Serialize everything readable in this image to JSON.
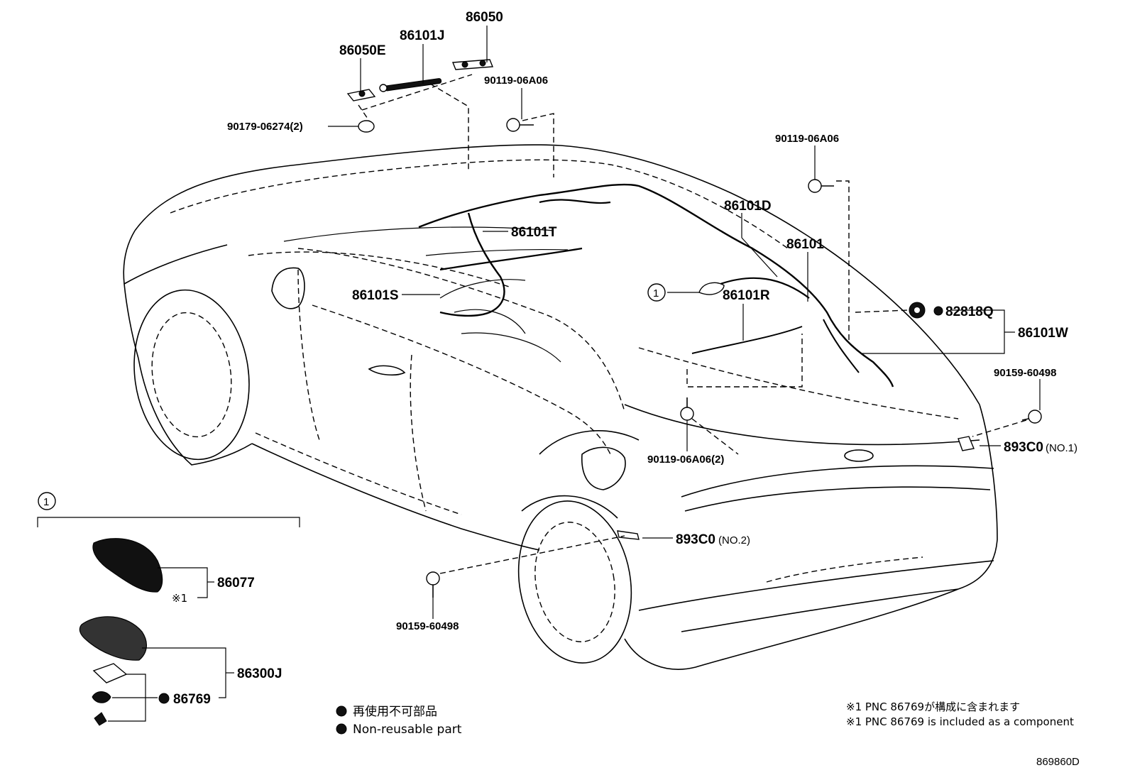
{
  "labels": {
    "p86050": "86050",
    "p86101J": "86101J",
    "p86050E": "86050E",
    "p90119_06A06_top": "90119-06A06",
    "p90179_06274": "90179-06274(2)",
    "p90119_06A06_right": "90119-06A06",
    "p86101D": "86101D",
    "p86101T": "86101T",
    "p86101": "86101",
    "p86101S": "86101S",
    "p86101R": "86101R",
    "p82818Q": "82818Q",
    "p86101W": "86101W",
    "p90159_60498_right": "90159-60498",
    "p893C0_no1": "893C0",
    "p893C0_no1_sub": "(NO.1)",
    "p90119_06A06_2": "90119-06A06(2)",
    "p893C0_no2": "893C0",
    "p893C0_no2_sub": "(NO.2)",
    "p90159_60498_bottom": "90159-60498",
    "p86077": "86077",
    "p86300J": "86300J",
    "p86769": "86769",
    "mark1": "※1",
    "callout1_main": "1",
    "callout1_inset": "1"
  },
  "legend": {
    "line_jp": "再使用不可部品",
    "line_en": "Non-reusable part"
  },
  "notes": {
    "jp": "※1 PNC 86769が構成に含まれます",
    "en": "※1 PNC 86769 is included as a component"
  },
  "diagram_code": "869860D",
  "colors": {
    "ink": "#000000",
    "background": "#ffffff"
  }
}
